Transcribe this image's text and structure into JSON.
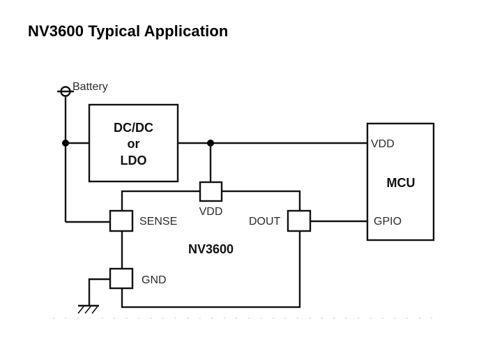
{
  "title": "NV3600 Typical Application",
  "diagram": {
    "battery": {
      "label": "Battery",
      "icon": "battery-terminal-icon"
    },
    "regulator": {
      "lines": [
        "DC/DC",
        "or",
        "LDO"
      ]
    },
    "chip": {
      "name": "NV3600",
      "pins": {
        "vdd": "VDD",
        "sense": "SENSE",
        "dout": "DOUT",
        "gnd": "GND"
      }
    },
    "mcu": {
      "name": "MCU",
      "pins": {
        "vdd": "VDD",
        "gpio": "GPIO"
      }
    },
    "ground": {
      "icon": "ground-icon"
    }
  }
}
